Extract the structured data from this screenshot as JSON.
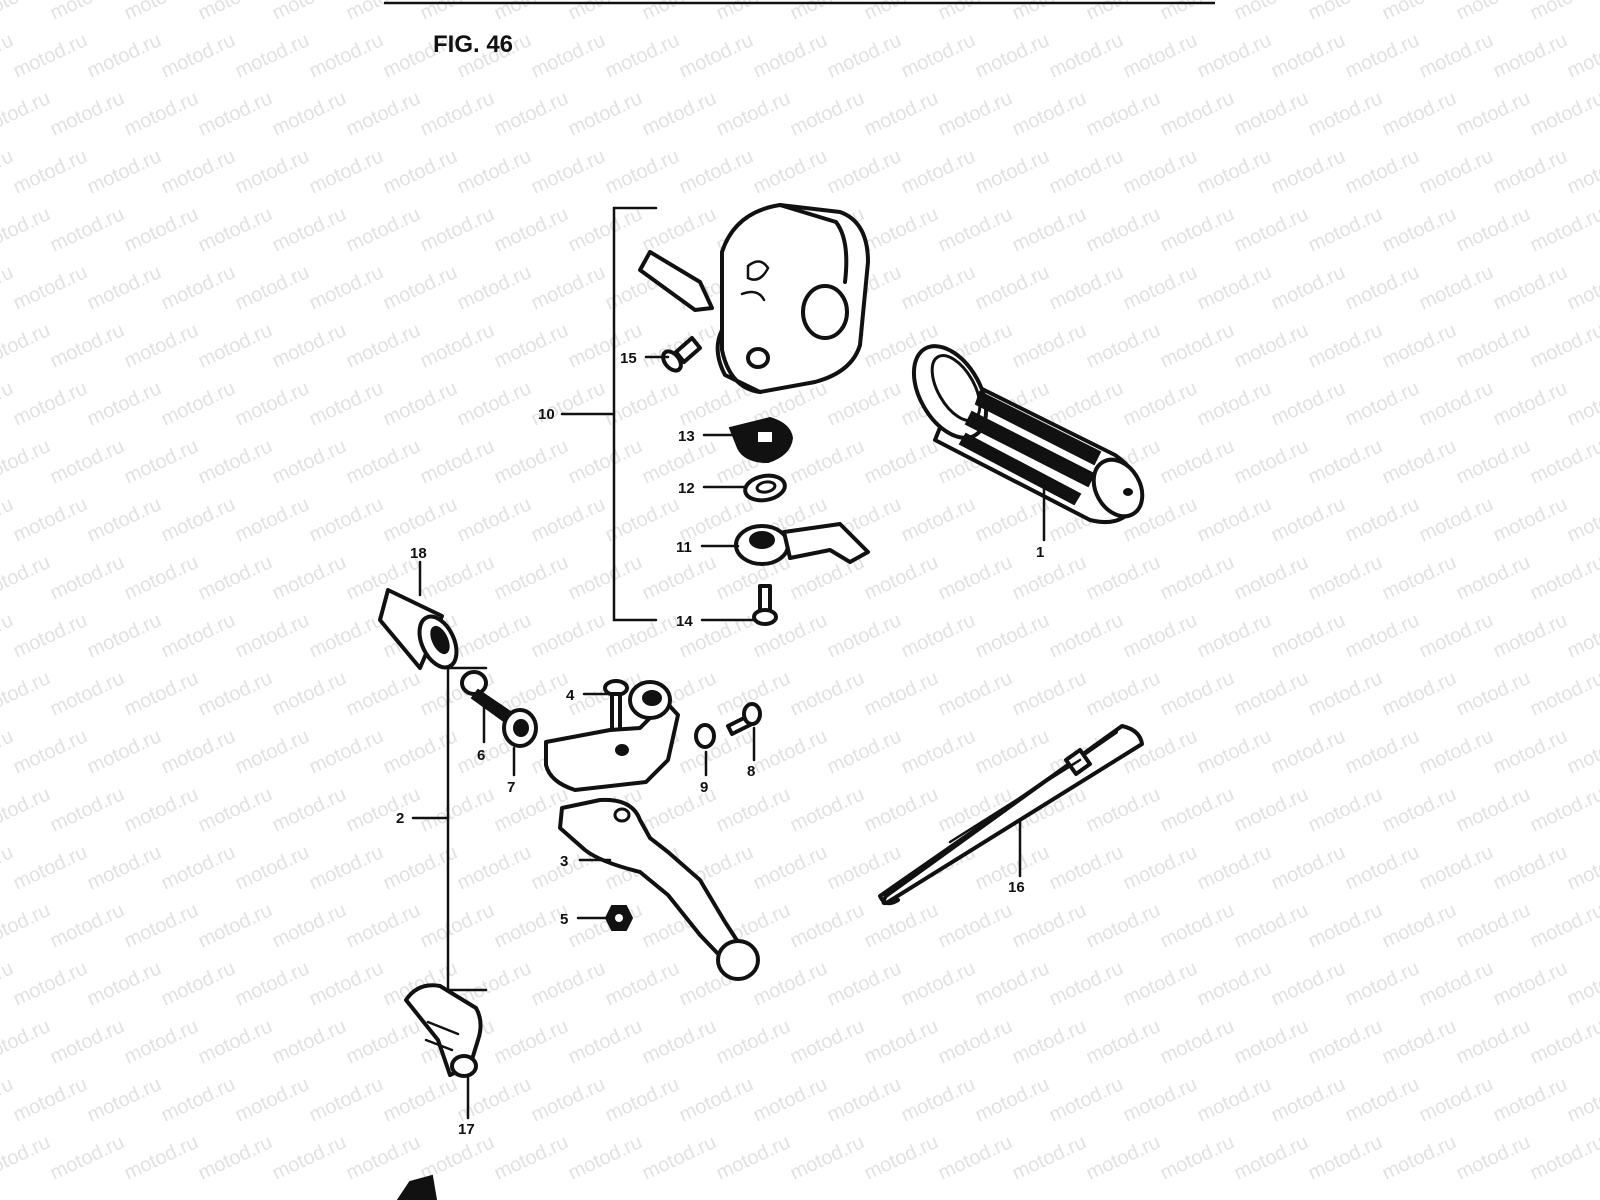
{
  "figure": {
    "title": "FIG. 46"
  },
  "watermark": {
    "text": "motod.ru"
  },
  "callouts": [
    {
      "id": "1",
      "label": "1"
    },
    {
      "id": "2",
      "label": "2"
    },
    {
      "id": "3",
      "label": "3"
    },
    {
      "id": "4",
      "label": "4"
    },
    {
      "id": "5",
      "label": "5"
    },
    {
      "id": "6",
      "label": "6"
    },
    {
      "id": "7",
      "label": "7"
    },
    {
      "id": "8",
      "label": "8"
    },
    {
      "id": "9",
      "label": "9"
    },
    {
      "id": "10",
      "label": "10"
    },
    {
      "id": "11",
      "label": "11"
    },
    {
      "id": "12",
      "label": "12"
    },
    {
      "id": "13",
      "label": "13"
    },
    {
      "id": "14",
      "label": "14"
    },
    {
      "id": "15",
      "label": "15"
    },
    {
      "id": "16",
      "label": "16"
    },
    {
      "id": "17",
      "label": "17"
    },
    {
      "id": "18",
      "label": "18"
    }
  ]
}
